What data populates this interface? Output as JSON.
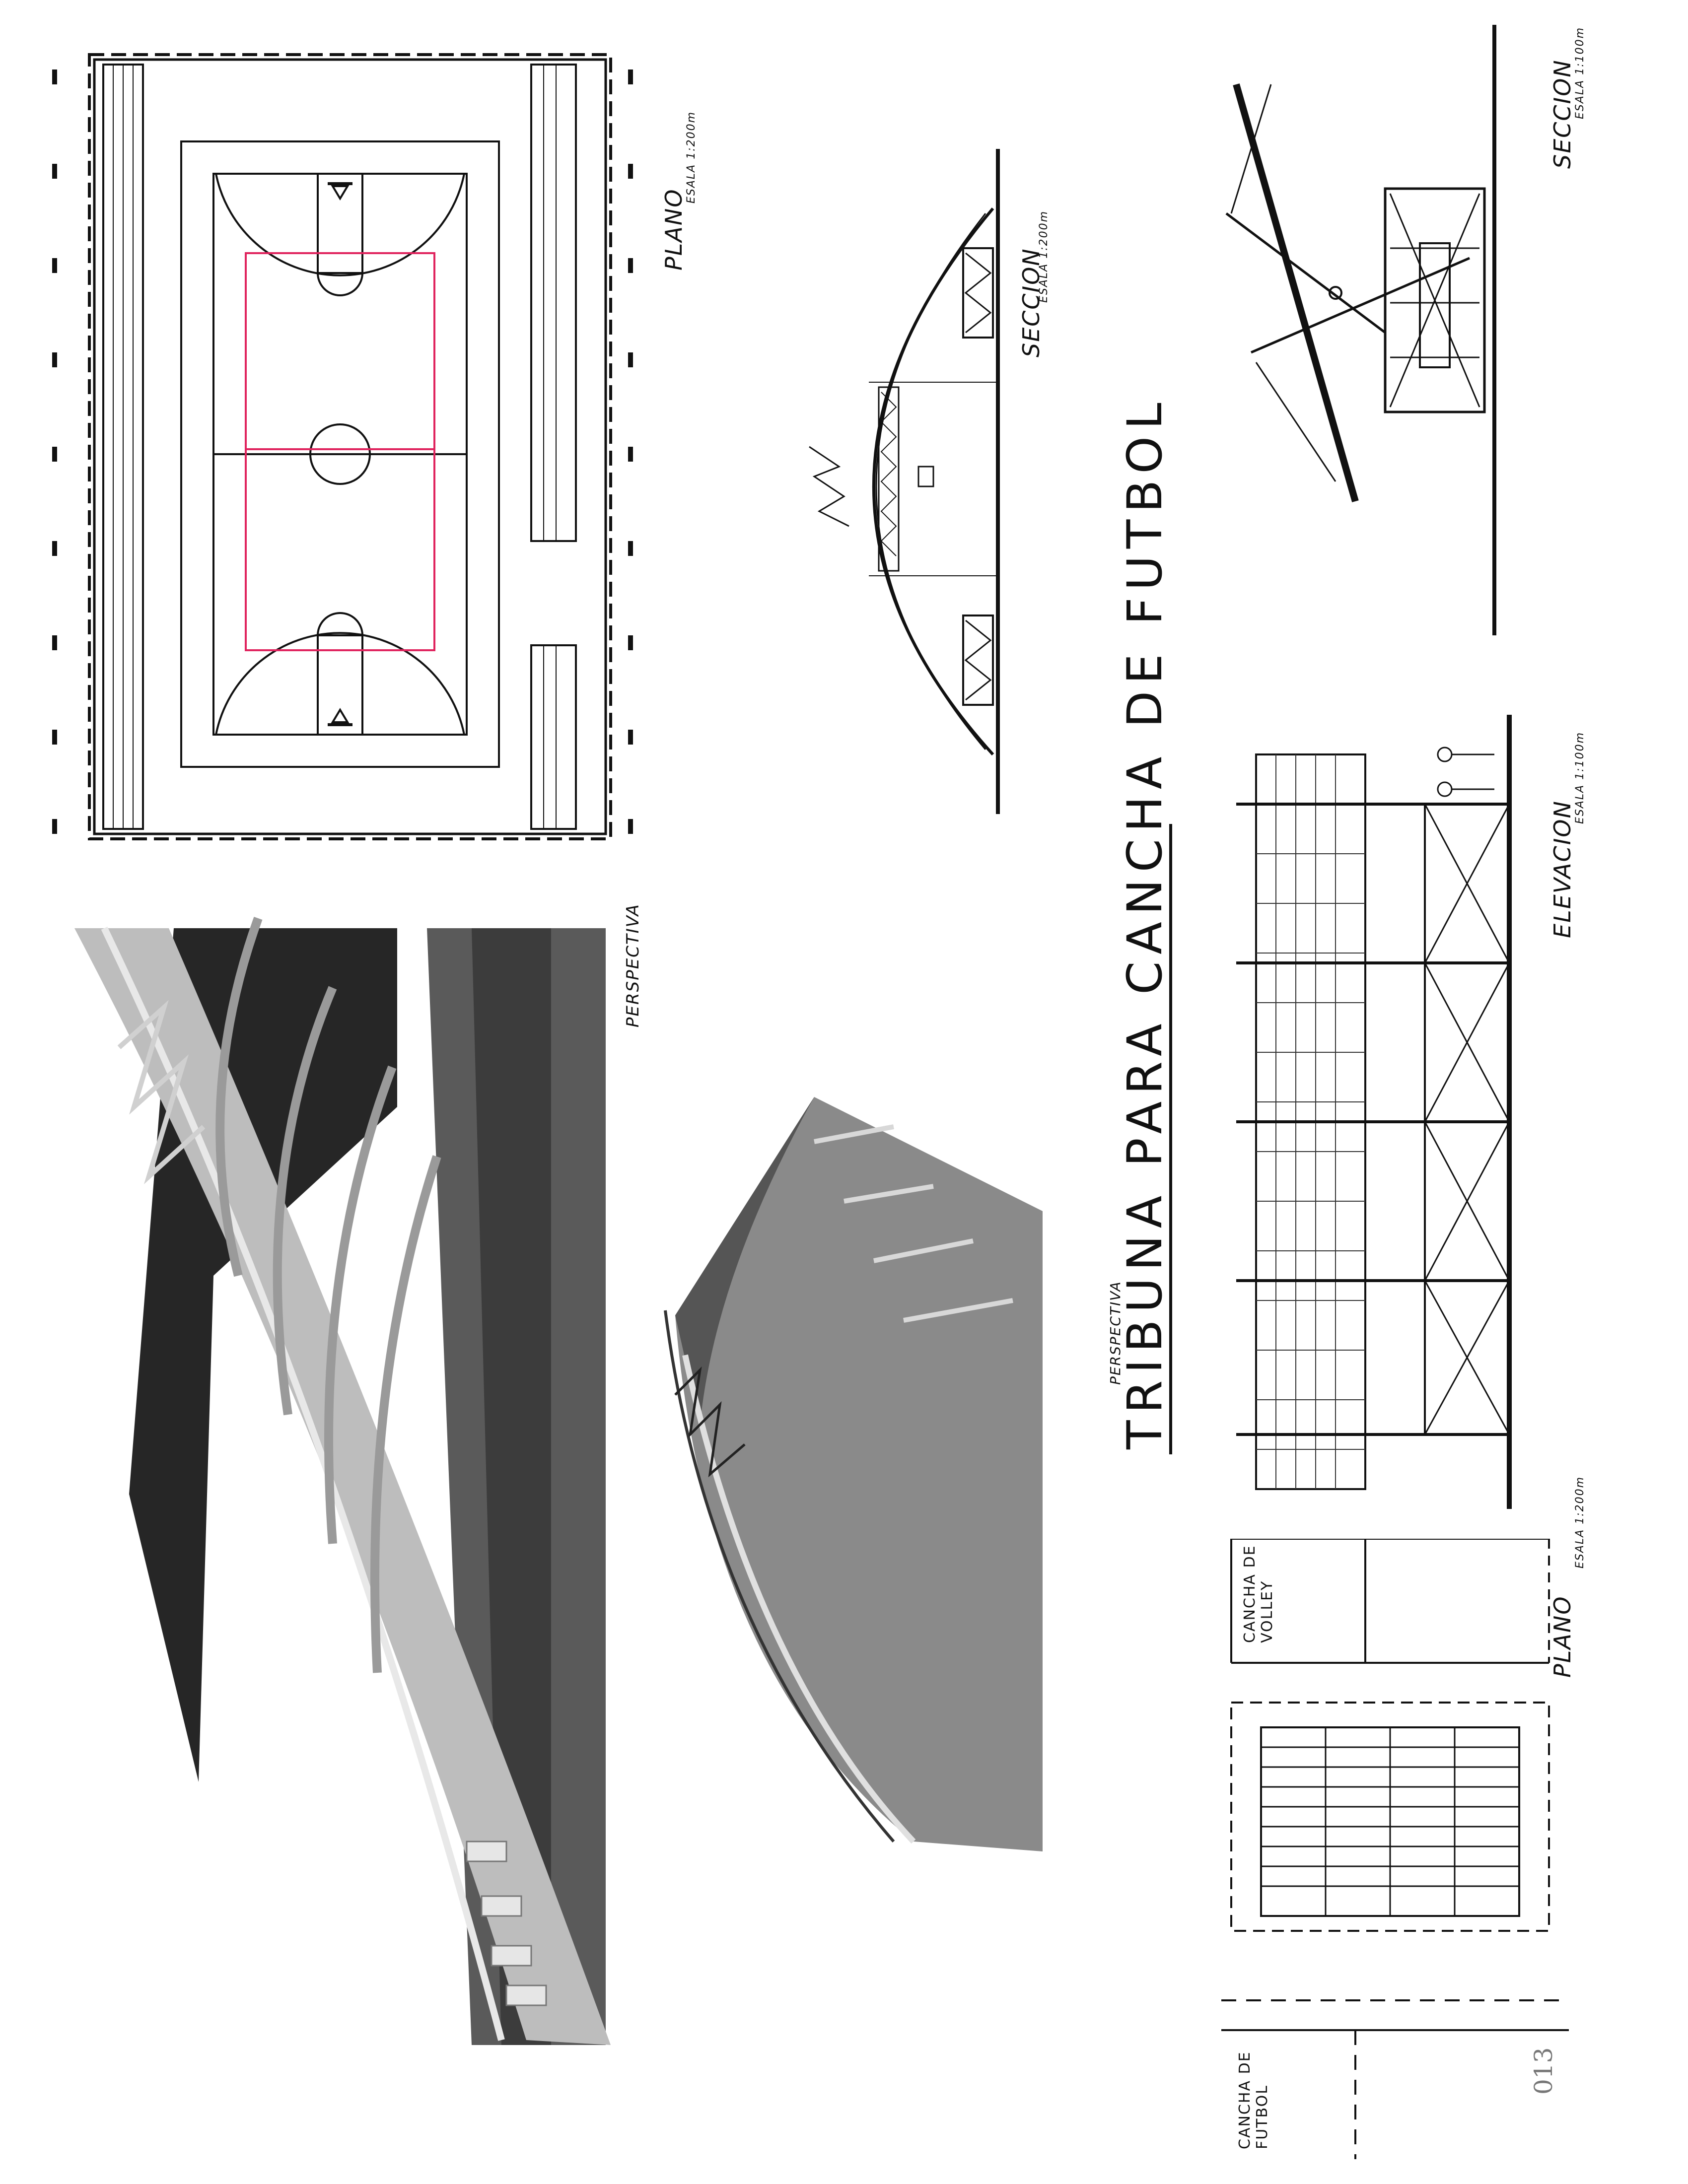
{
  "title": "TRIBUNA PARA CANCHA DE FUTBOL",
  "page_number": "013",
  "colors": {
    "court_red": "#e0245e",
    "ink": "#111111",
    "render_dark": "#2a2a2a",
    "render_mid": "#7a7a7a"
  },
  "drawings": {
    "plano_basket": {
      "label": "PLANO",
      "scale": "ESALA 1:200m"
    },
    "seccion_arco": {
      "label": "SECCION",
      "scale": "ESALA 1:200m"
    },
    "seccion_tribuna": {
      "label": "SECCION",
      "scale": "ESALA 1:100m"
    },
    "elevacion": {
      "label": "ELEVACION",
      "scale": "ESALA 1:100m"
    },
    "plano_canchas": {
      "label": "PLANO",
      "scale": "ESALA 1:200m"
    },
    "perspectiva_1": {
      "label": "PERSPECTIVA"
    },
    "perspectiva_2": {
      "label": "PERSPECTIVA"
    }
  },
  "annotations": {
    "cancha_volley": "CANCHA DE VOLLEY",
    "cancha_futbol": "CANCHA DE FUTBOL"
  }
}
